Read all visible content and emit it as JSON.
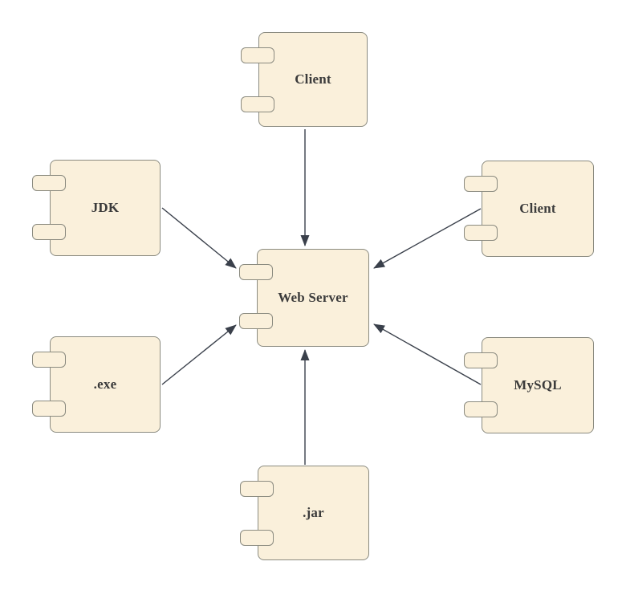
{
  "diagram": {
    "type": "uml-component-diagram",
    "colors": {
      "node_fill": "#FAF0DB",
      "node_border": "#8B8B80",
      "arrow": "#3A404B",
      "label": "#3B3B3B",
      "canvas_bg": "#FFFFFF"
    },
    "components": [
      {
        "id": "client-top",
        "label": "Client"
      },
      {
        "id": "jdk",
        "label": "JDK"
      },
      {
        "id": "client-right",
        "label": "Client"
      },
      {
        "id": "web-server",
        "label": "Web Server"
      },
      {
        "id": "exe",
        "label": ".exe"
      },
      {
        "id": "mysql",
        "label": "MySQL"
      },
      {
        "id": "jar",
        "label": ".jar"
      }
    ],
    "connections": [
      {
        "from": "client-top",
        "to": "web-server",
        "style": "solid-arrow"
      },
      {
        "from": "jdk",
        "to": "web-server",
        "style": "solid-arrow"
      },
      {
        "from": "client-right",
        "to": "web-server",
        "style": "solid-arrow"
      },
      {
        "from": "exe",
        "to": "web-server",
        "style": "solid-arrow"
      },
      {
        "from": "mysql",
        "to": "web-server",
        "style": "solid-arrow"
      },
      {
        "from": "jar",
        "to": "web-server",
        "style": "solid-arrow"
      }
    ]
  }
}
